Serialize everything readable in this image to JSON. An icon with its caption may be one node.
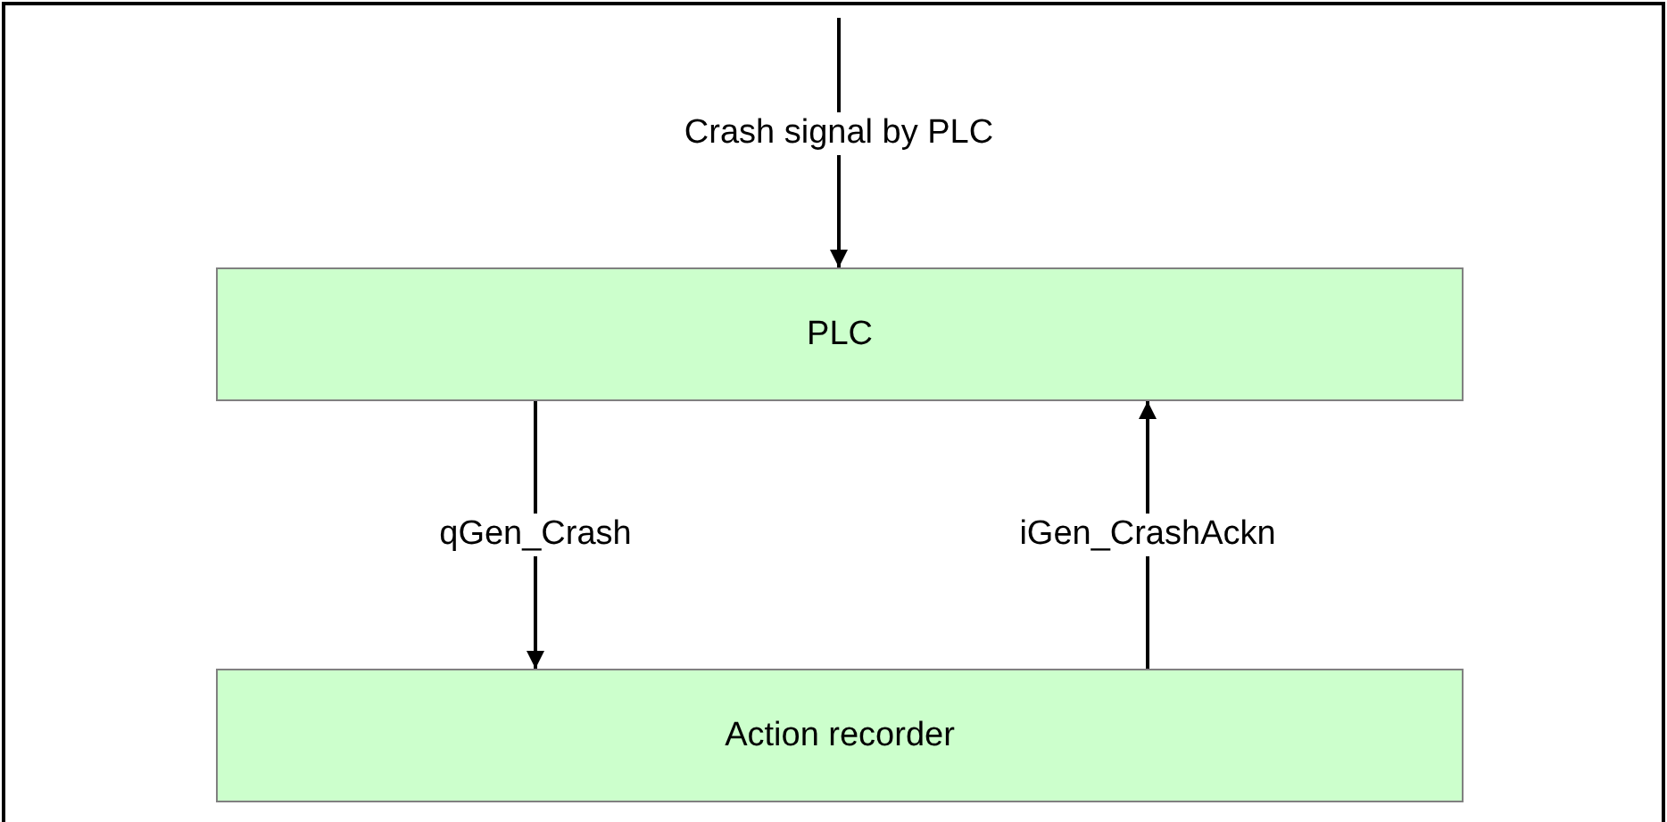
{
  "diagram": {
    "nodes": [
      {
        "text": [
          "PLC"
        ]
      },
      {
        "text": [
          "Action recorder"
        ]
      }
    ],
    "edges": [
      {
        "from": null,
        "to": 0,
        "arrow": "to",
        "label": "Crash signal by PLC"
      },
      {
        "from": 0,
        "to": 1,
        "arrow": "to",
        "label": "qGen_Crash"
      },
      {
        "from": 1,
        "to": 0,
        "arrow": "to",
        "label": "iGen_CrashAckn"
      }
    ]
  }
}
